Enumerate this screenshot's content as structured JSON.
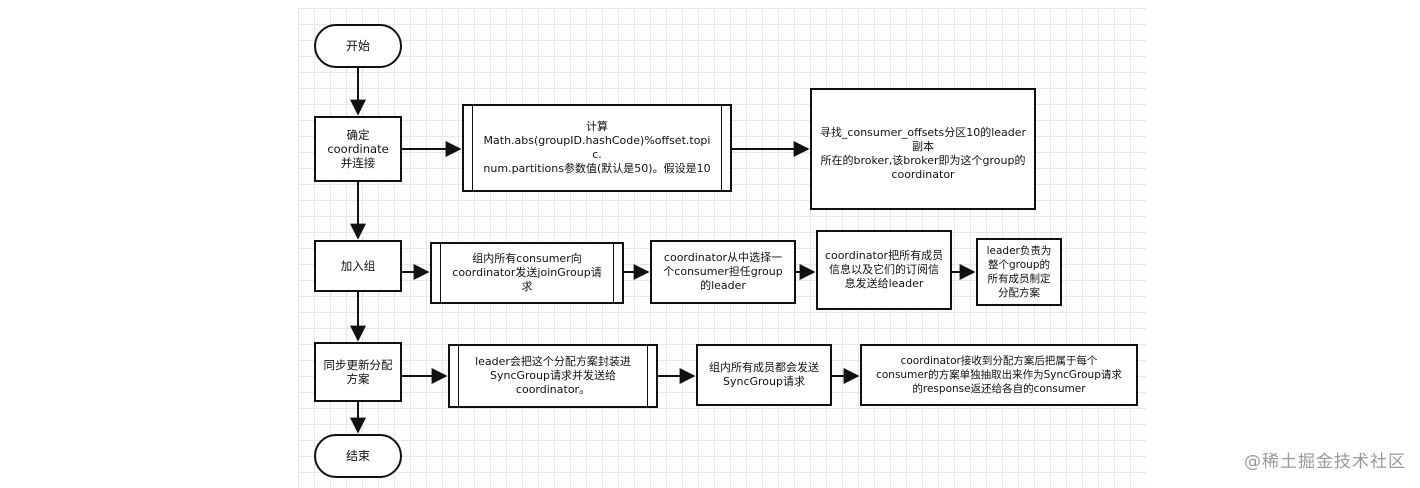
{
  "nodes": {
    "start": "开始",
    "step_coordinate": "确定\ncoordinate\n并连接",
    "compute": "计算\nMath.abs(groupID.hashCode)%offset.topic.\nnum.partitions参数值(默认是50)。假设是10",
    "find_leader": "寻找_consumer_offsets分区10的leader副本\n所在的broker,该broker即为这个group的\ncoordinator",
    "step_join": "加入组",
    "join_request": "组内所有consumer向\ncoordinator发送joinGroup请\n求",
    "choose_leader": "coordinator从中选择一\n个consumer担任group\n的leader",
    "send_info": "coordinator把所有成员\n信息以及它们的订阅信\n息发送给leader",
    "leader_plan": "leader负责为\n整个group的\n所有成员制定\n分配方案",
    "step_sync": "同步更新分配\n方案",
    "leader_sync": "leader会把这个分配方案封装进\nSyncGroup请求并发送给\ncoordinator。",
    "members_sync": "组内所有成员都会发送\nSyncGroup请求",
    "coordinator_response": "coordinator接收到分配方案后把属于每个\nconsumer的方案单独抽取出来作为SyncGroup请求\n的response返还给各自的consumer",
    "end": "结束"
  },
  "watermark": "@稀土掘金技术社区"
}
